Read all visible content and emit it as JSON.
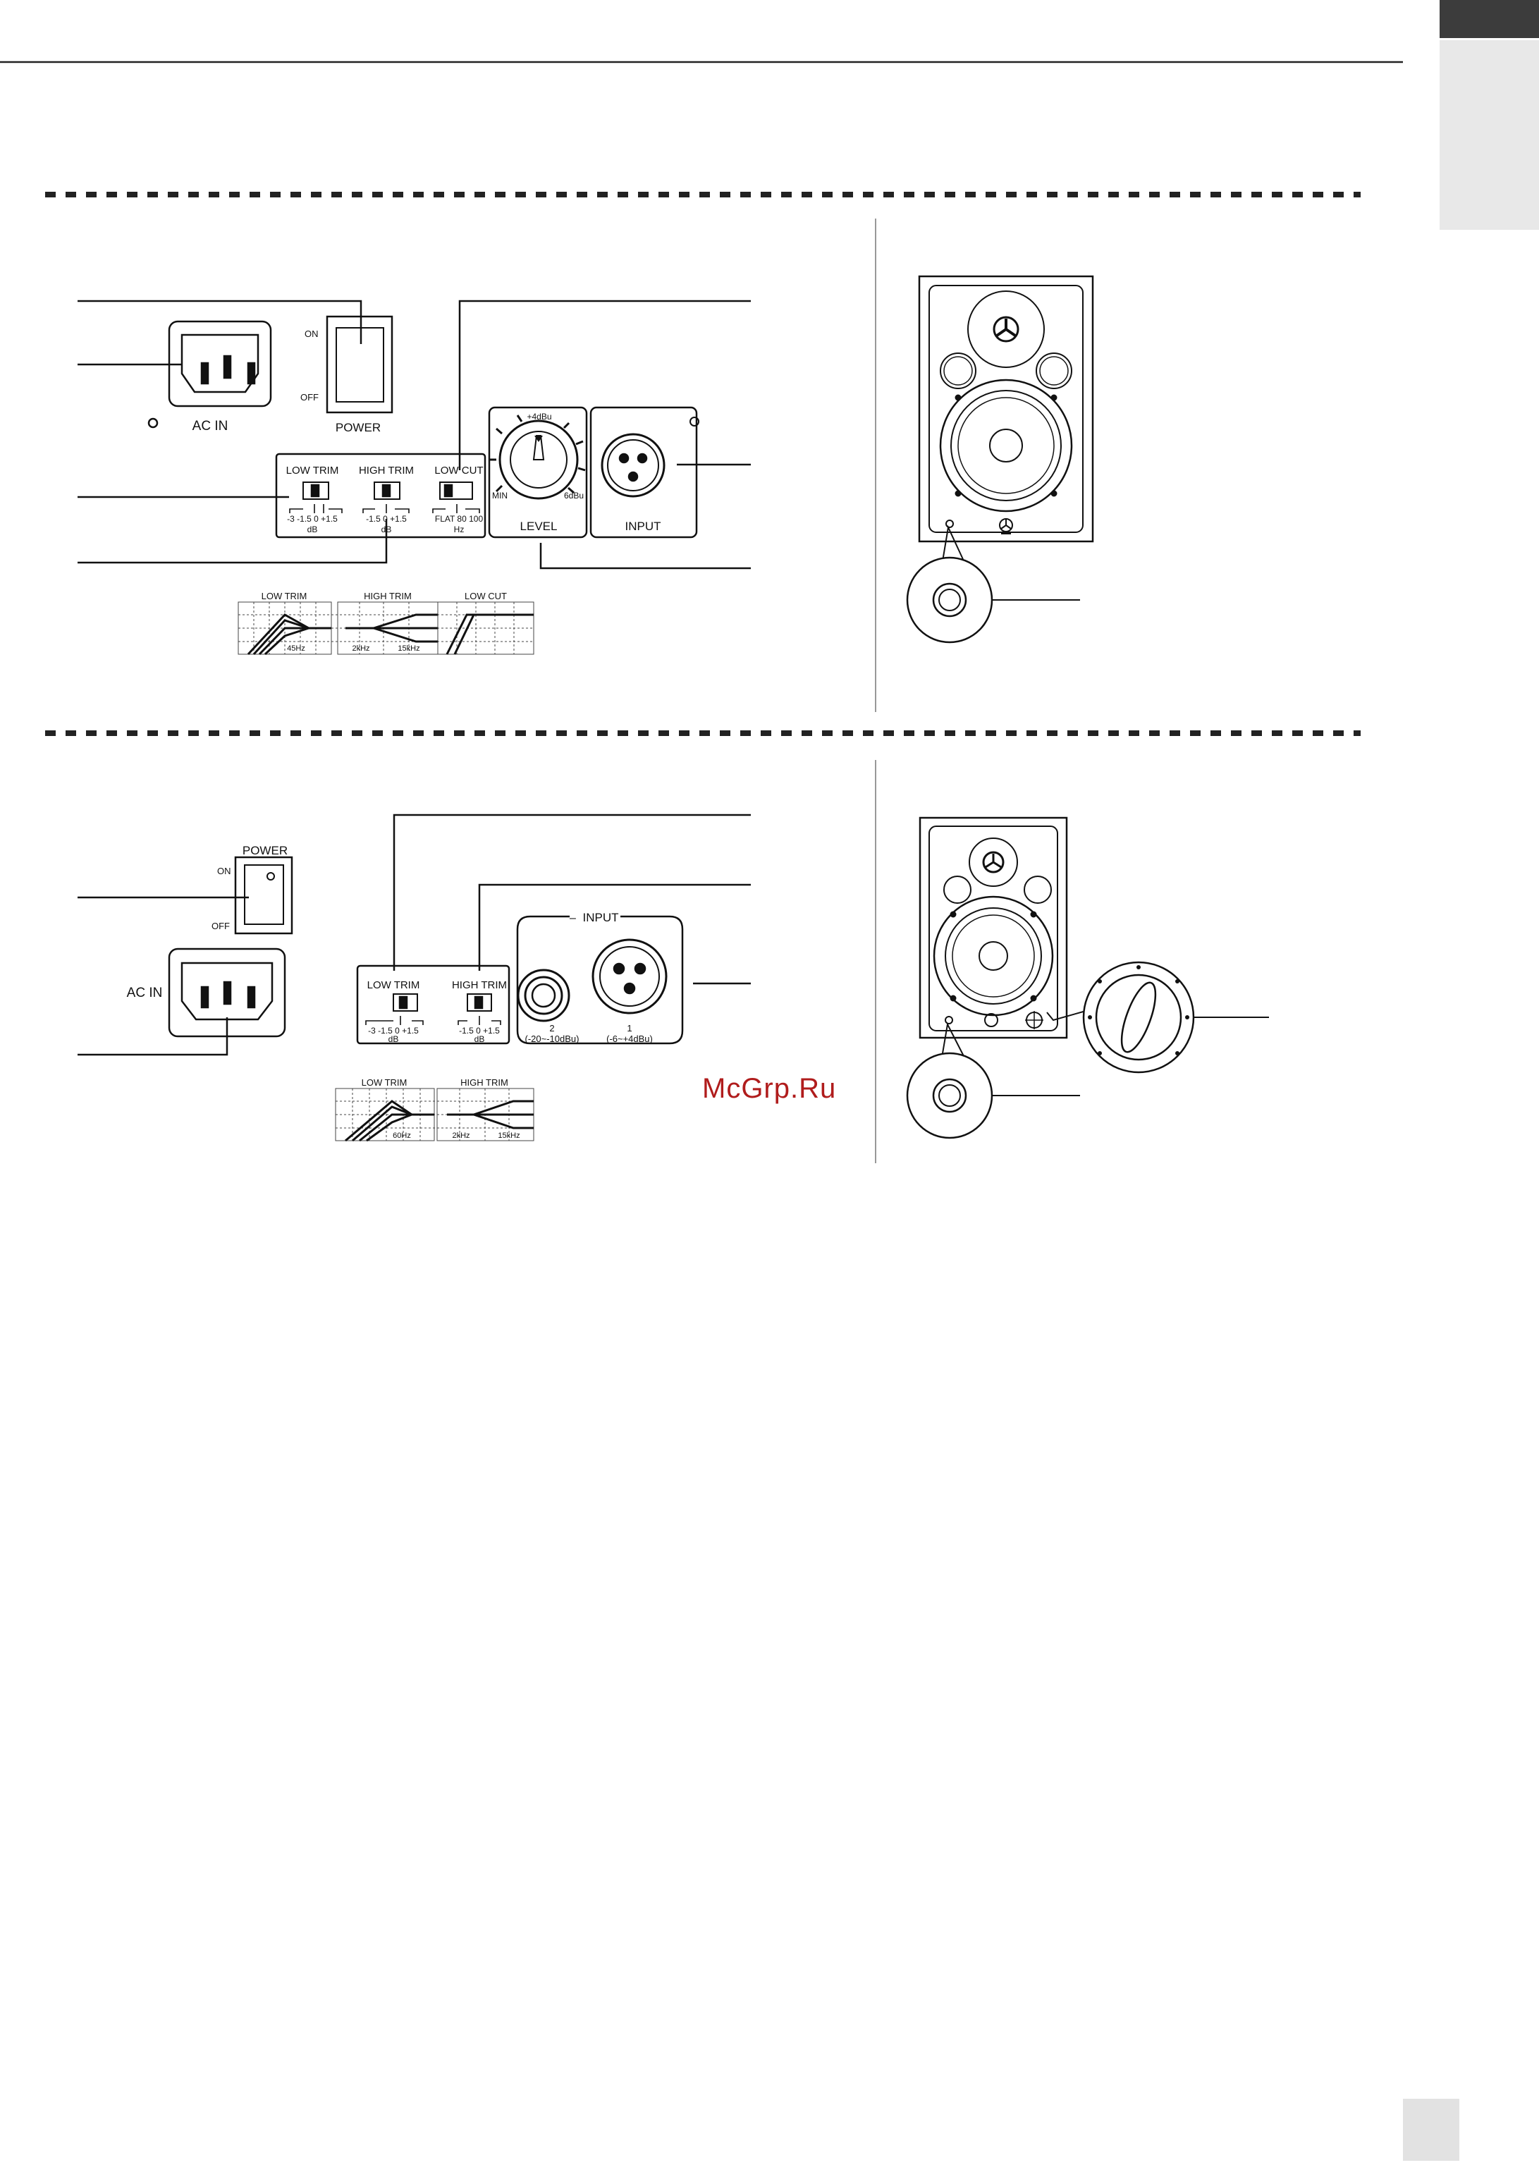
{
  "section1": {
    "panel": {
      "ac_in": "AC IN",
      "power": "POWER",
      "on": "ON",
      "off": "OFF",
      "low_trim": "LOW TRIM",
      "high_trim": "HIGH TRIM",
      "low_cut": "LOW CUT",
      "low_trim_scale": "-3  -1.5  0  +1.5",
      "high_trim_scale": "-1.5   0   +1.5",
      "low_cut_scale": "FLAT  80  100",
      "unit_db": "dB",
      "unit_hz": "Hz",
      "level": "LEVEL",
      "input": "INPUT",
      "knob_top": "+4dBu",
      "knob_min": "MIN",
      "knob_max": "6dBu"
    },
    "graphs": {
      "low_trim": "LOW TRIM",
      "high_trim": "HIGH TRIM",
      "low_cut": "LOW CUT",
      "f_low": "45Hz",
      "f_mid": "2kHz",
      "f_high": "15kHz"
    }
  },
  "section2": {
    "panel": {
      "power": "POWER",
      "on": "ON",
      "off": "OFF",
      "ac_in": "AC IN",
      "low_trim": "LOW TRIM",
      "high_trim": "HIGH TRIM",
      "low_trim_scale": "-3  -1.5  0  +1.5",
      "high_trim_scale": "-1.5   0   +1.5",
      "unit_db": "dB",
      "input": "INPUT",
      "input2_num": "2",
      "input2_range": "(-20~-10dBu)",
      "input1_num": "1",
      "input1_range": "(-6~+4dBu)"
    },
    "graphs": {
      "low_trim": "LOW TRIM",
      "high_trim": "HIGH TRIM",
      "f_low": "60Hz",
      "f_mid": "2kHz",
      "f_high": "15kHz"
    }
  },
  "watermark": "McGrp.Ru"
}
